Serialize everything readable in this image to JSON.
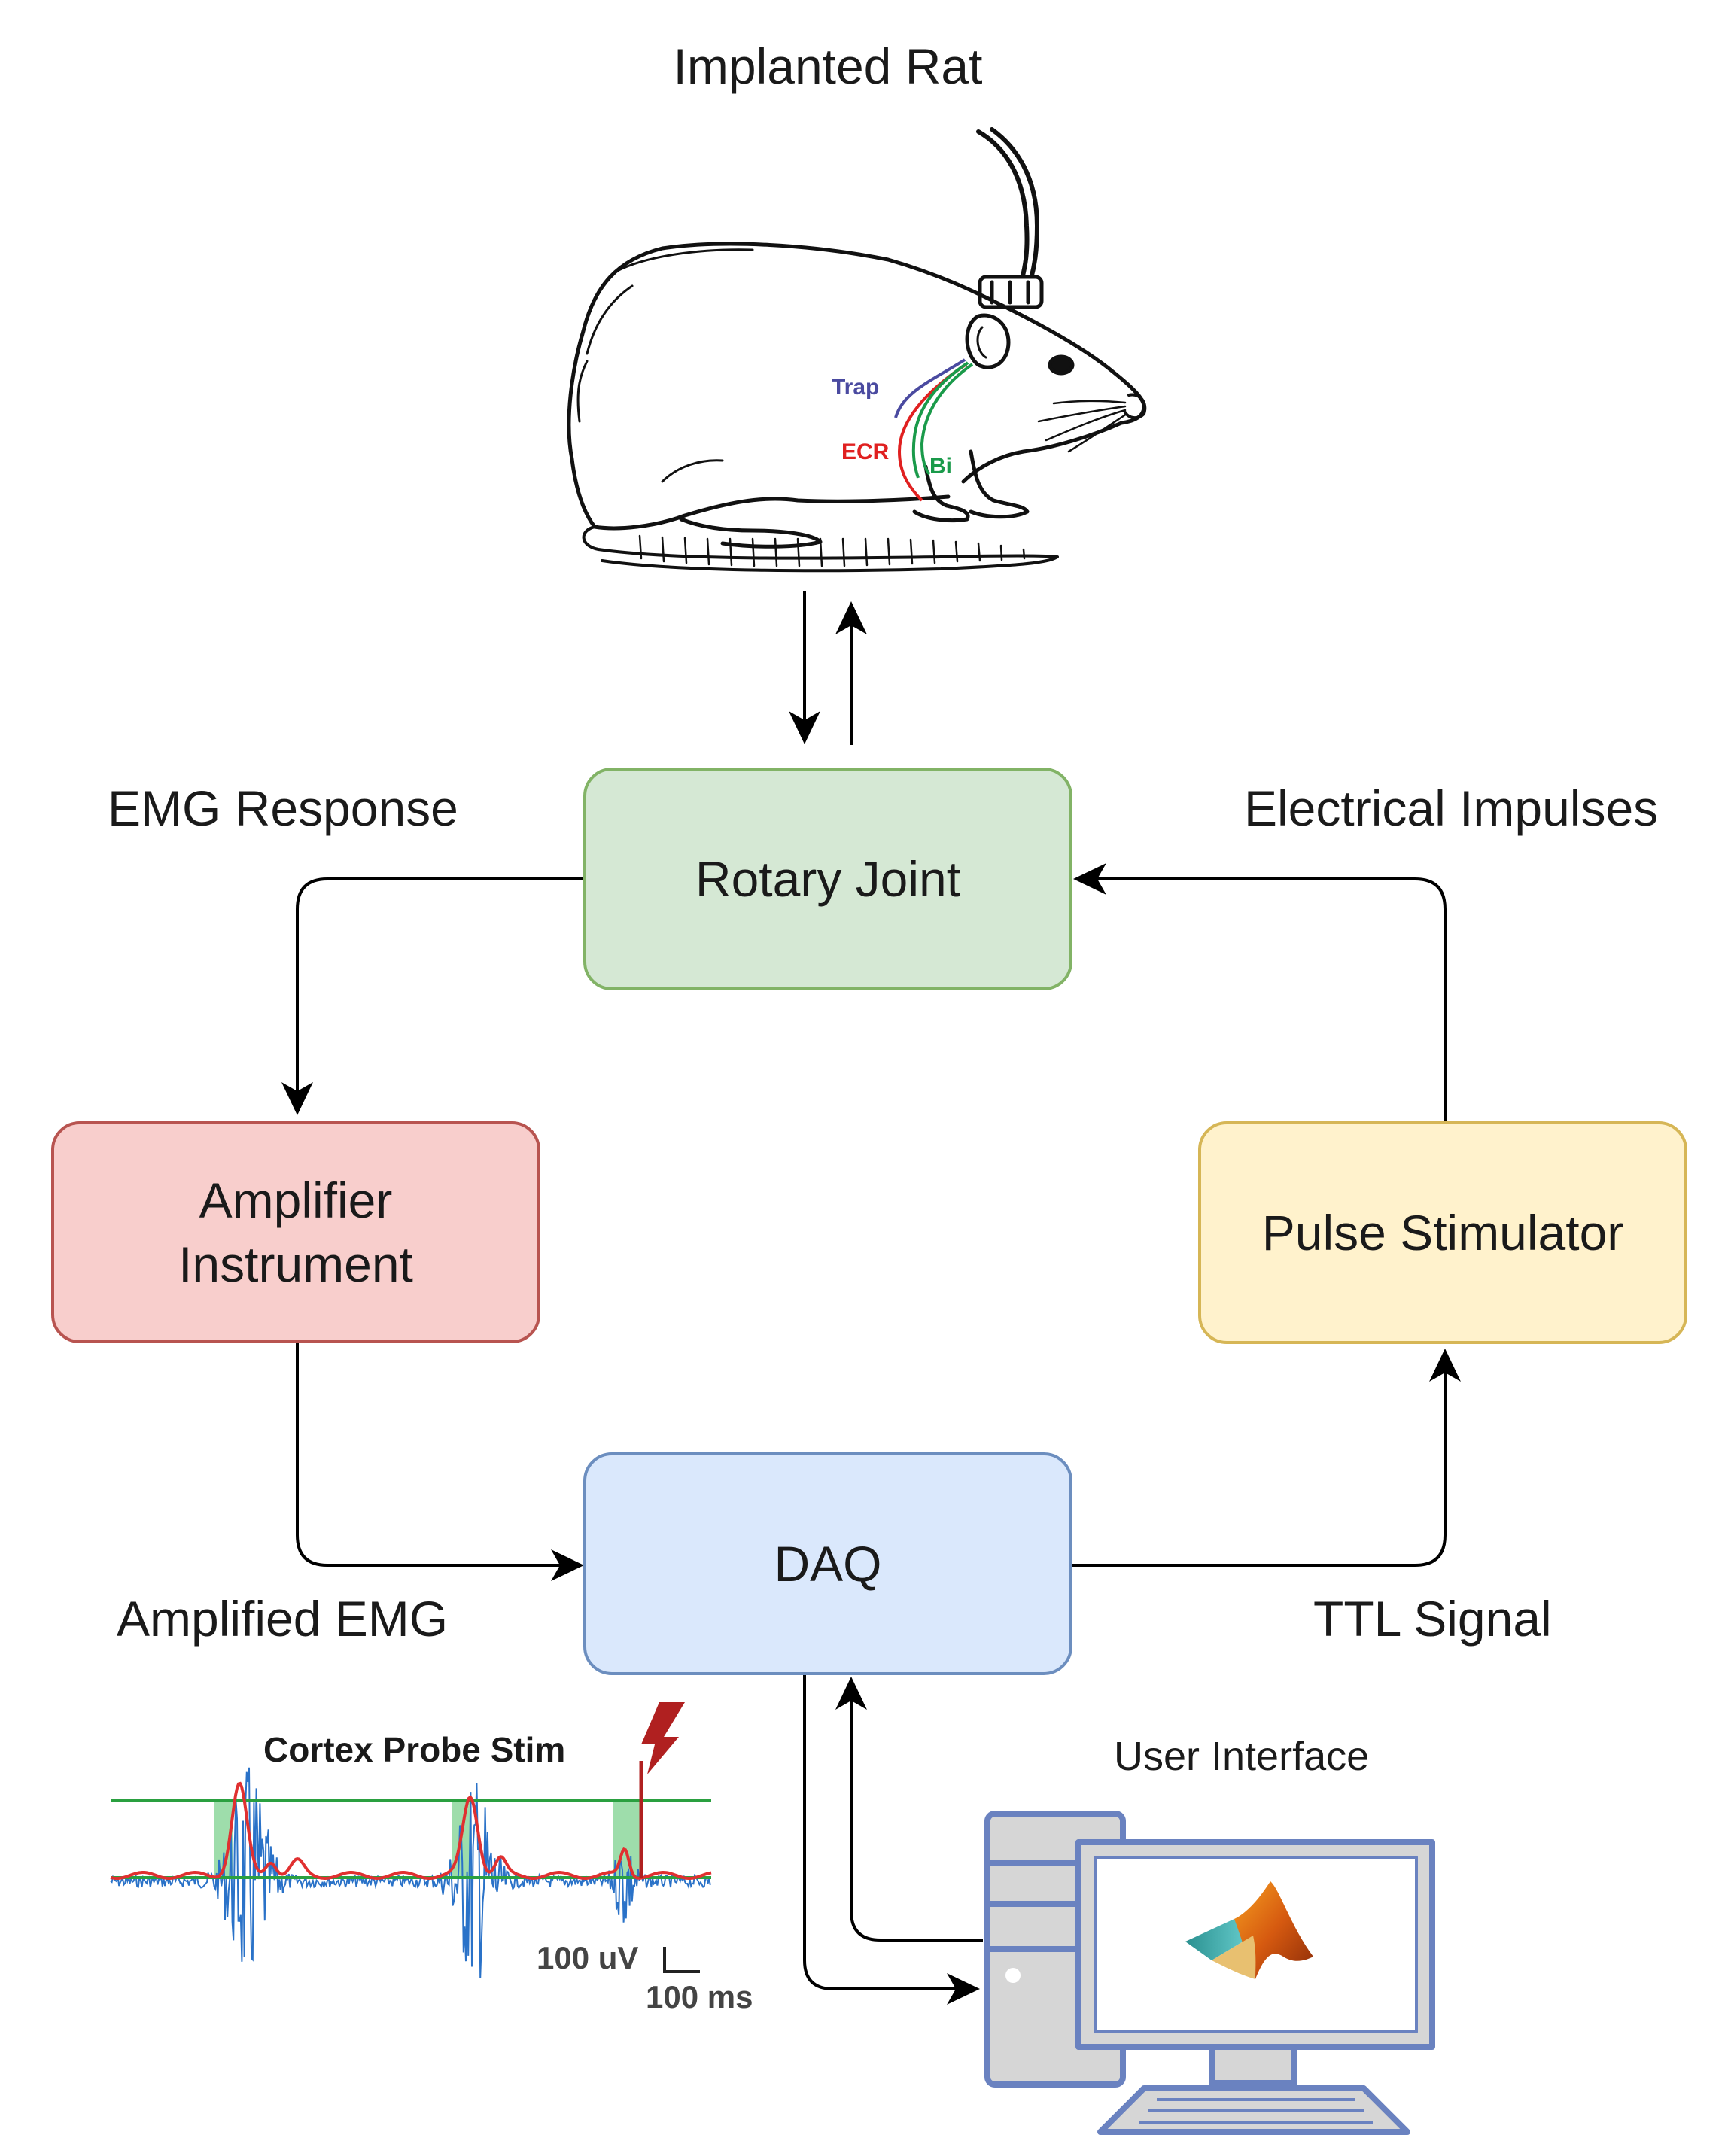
{
  "title": "Implanted Rat",
  "muscles": [
    {
      "label": "Trap",
      "color": "#4a4aa0"
    },
    {
      "label": "ECR",
      "color": "#e02020"
    },
    {
      "label": "Bi",
      "color": "#1a9a4a"
    }
  ],
  "nodes": {
    "rotary_joint": "Rotary Joint",
    "amplifier_line1": "Amplifier",
    "amplifier_line2": "Instrument",
    "pulse_stimulator": "Pulse Stimulator",
    "daq": "DAQ"
  },
  "edge_labels": {
    "emg_response": "EMG Response",
    "electrical_impulses": "Electrical Impulses",
    "amplified_emg": "Amplified EMG",
    "ttl_signal": "TTL Signal"
  },
  "emg_trace": {
    "title": "Cortex Probe Stim",
    "voltage_scale": "100 uV",
    "time_scale": "100 ms"
  },
  "user_interface_label": "User Interface",
  "colors": {
    "green_fill": "#d5e8d4",
    "green_border": "#82b366",
    "red_fill": "#f8cecc",
    "red_border": "#b85450",
    "yellow_fill": "#fff2cc",
    "yellow_border": "#d6b656",
    "blue_fill": "#dae8fc",
    "blue_border": "#6c8ebf",
    "emg_signal": "#2a72c8",
    "envelope": "#e03030",
    "threshold": "#2aa040",
    "stim_bolt": "#b02020",
    "computer": "#6a82c0"
  },
  "icons": [
    "rat-drawing",
    "lightning-bolt-icon",
    "computer-icon",
    "matlab-logo"
  ]
}
